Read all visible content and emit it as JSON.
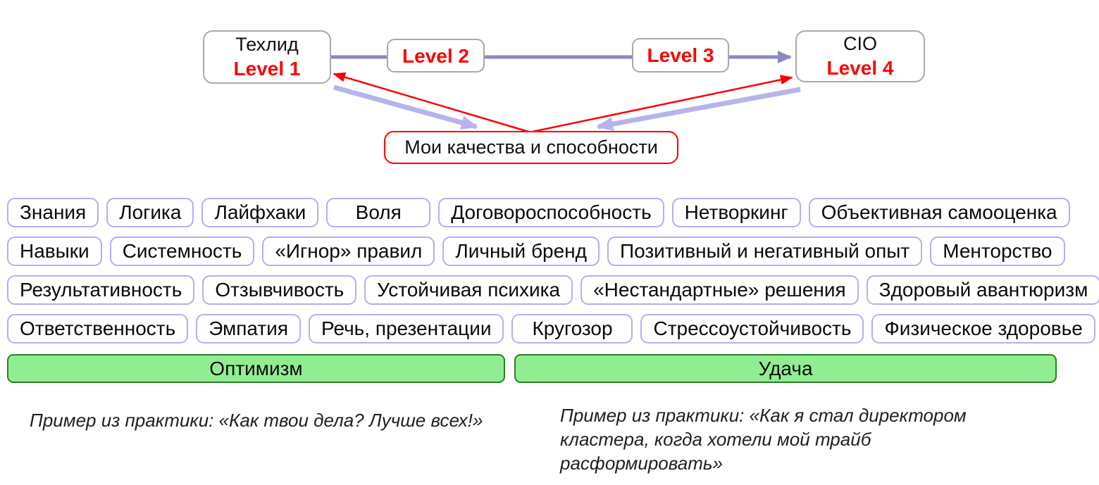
{
  "ladder": {
    "level1": {
      "title": "Техлид",
      "subtitle": "Level 1"
    },
    "level2": {
      "label": "Level 2"
    },
    "level3": {
      "label": "Level 3"
    },
    "level4": {
      "title": "CIO",
      "subtitle": "Level 4"
    }
  },
  "qualities_box": {
    "label": "Мои качества и способности"
  },
  "qualities": {
    "rows": [
      [
        "Знания",
        "Логика",
        "Лайфхаки",
        "Воля",
        "Договороспособность",
        "Нетворкинг",
        "Объективная самооценка"
      ],
      [
        "Навыки",
        "Системность",
        "«Игнор» правил",
        "Личный бренд",
        "Позитивный и негативный опыт",
        "Менторство"
      ],
      [
        "Результативность",
        "Отзывчивость",
        "Устойчивая психика",
        "«Нестандартные» решения",
        "Здоровый авантюризм"
      ],
      [
        "Ответственность",
        "Эмпатия",
        "Речь, презентации",
        "Кругозор",
        "Стрессоустойчивость",
        "Физическое здоровье"
      ]
    ]
  },
  "foundation": {
    "left": "Оптимизм",
    "right": "Удача"
  },
  "footnotes": {
    "left": "Пример из практики: «Как твои дела? Лучше всех!»",
    "right": "Пример из практики: «Как я стал директором кластера, когда хотели мой трайб расформировать»"
  },
  "colors": {
    "red": "#fe0000",
    "path_purple": "#8d89c4",
    "feedback_lavender": "#b6b4ec",
    "pill_border": "#b3aff0",
    "green_fill": "#90ee90",
    "green_border": "#2a7e2a",
    "box_border_gray": "#a9a9a9"
  }
}
